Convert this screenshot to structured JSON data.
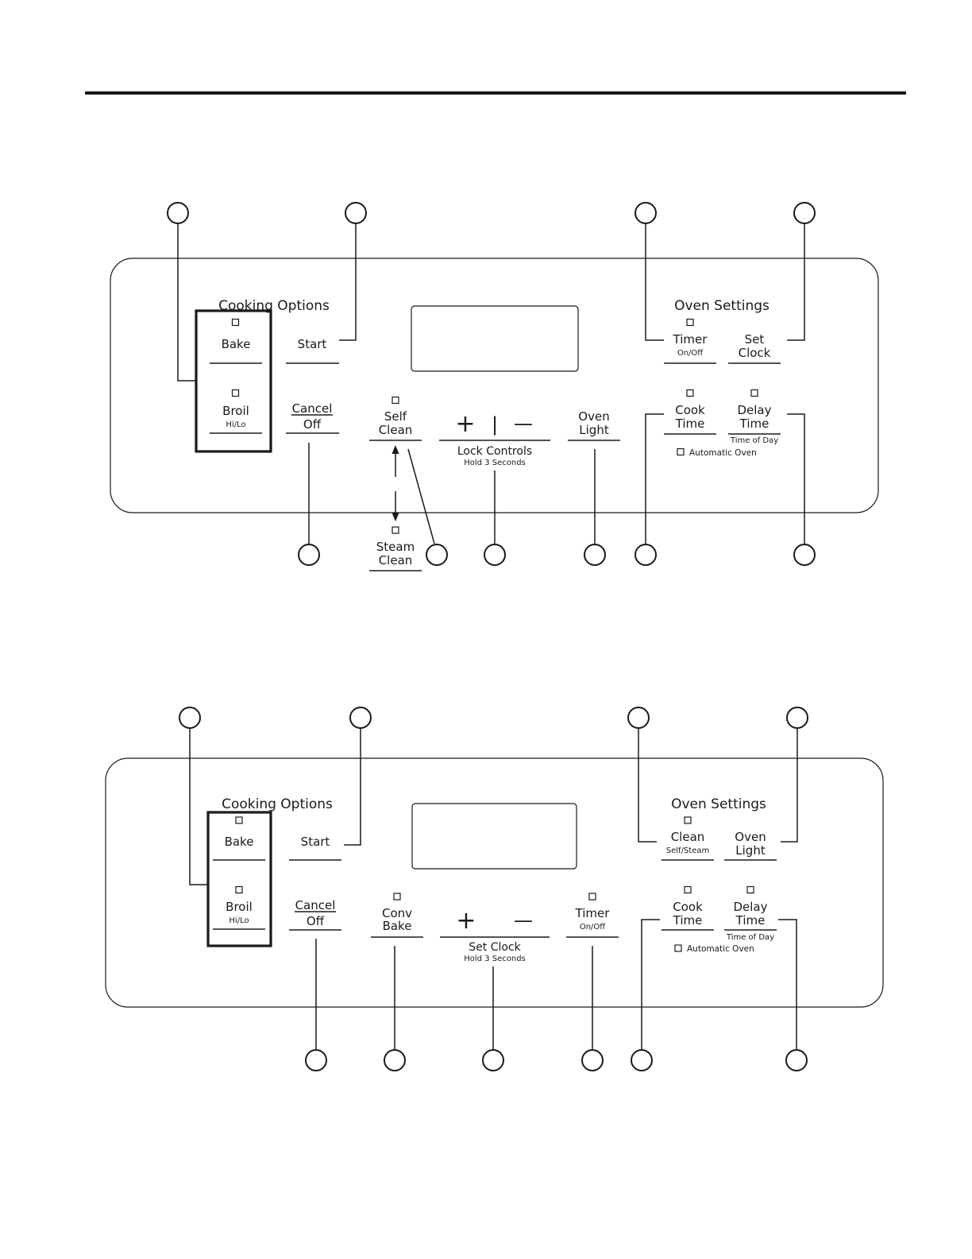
{
  "panel_a": {
    "cooking_options": "Cooking Options",
    "oven_settings": "Oven Settings",
    "bake": "Bake",
    "broil": "Broil",
    "broil_sub": "Hi/Lo",
    "start": "Start",
    "cancel": "Cancel",
    "off": "Off",
    "self": "Self",
    "clean": "Clean",
    "steam": "Steam",
    "steam_clean": "Clean",
    "plus": "+",
    "sep": "|",
    "minus": "—",
    "lock_controls": "Lock Controls",
    "lock_sub": "Hold 3 Seconds",
    "oven": "Oven",
    "light": "Light",
    "timer": "Timer",
    "timer_sub": "On/Off",
    "set": "Set",
    "clock": "Clock",
    "cook": "Cook",
    "cook_time": "Time",
    "delay": "Delay",
    "delay_time": "Time",
    "time_of_day": "Time of Day",
    "automatic_oven": "Automatic Oven"
  },
  "panel_b": {
    "cooking_options": "Cooking Options",
    "oven_settings": "Oven Settings",
    "bake": "Bake",
    "broil": "Broil",
    "broil_sub": "Hi/Lo",
    "start": "Start",
    "cancel": "Cancel",
    "off": "Off",
    "conv": "Conv",
    "conv_bake": "Bake",
    "plus": "+",
    "minus": "—",
    "set_clock": "Set Clock",
    "set_clock_sub": "Hold 3 Seconds",
    "timer": "Timer",
    "timer_sub": "On/Off",
    "clean": "Clean",
    "clean_sub": "Self/Steam",
    "oven": "Oven",
    "light": "Light",
    "cook": "Cook",
    "cook_time": "Time",
    "delay": "Delay",
    "delay_time": "Time",
    "time_of_day": "Time of Day",
    "automatic_oven": "Automatic Oven"
  }
}
